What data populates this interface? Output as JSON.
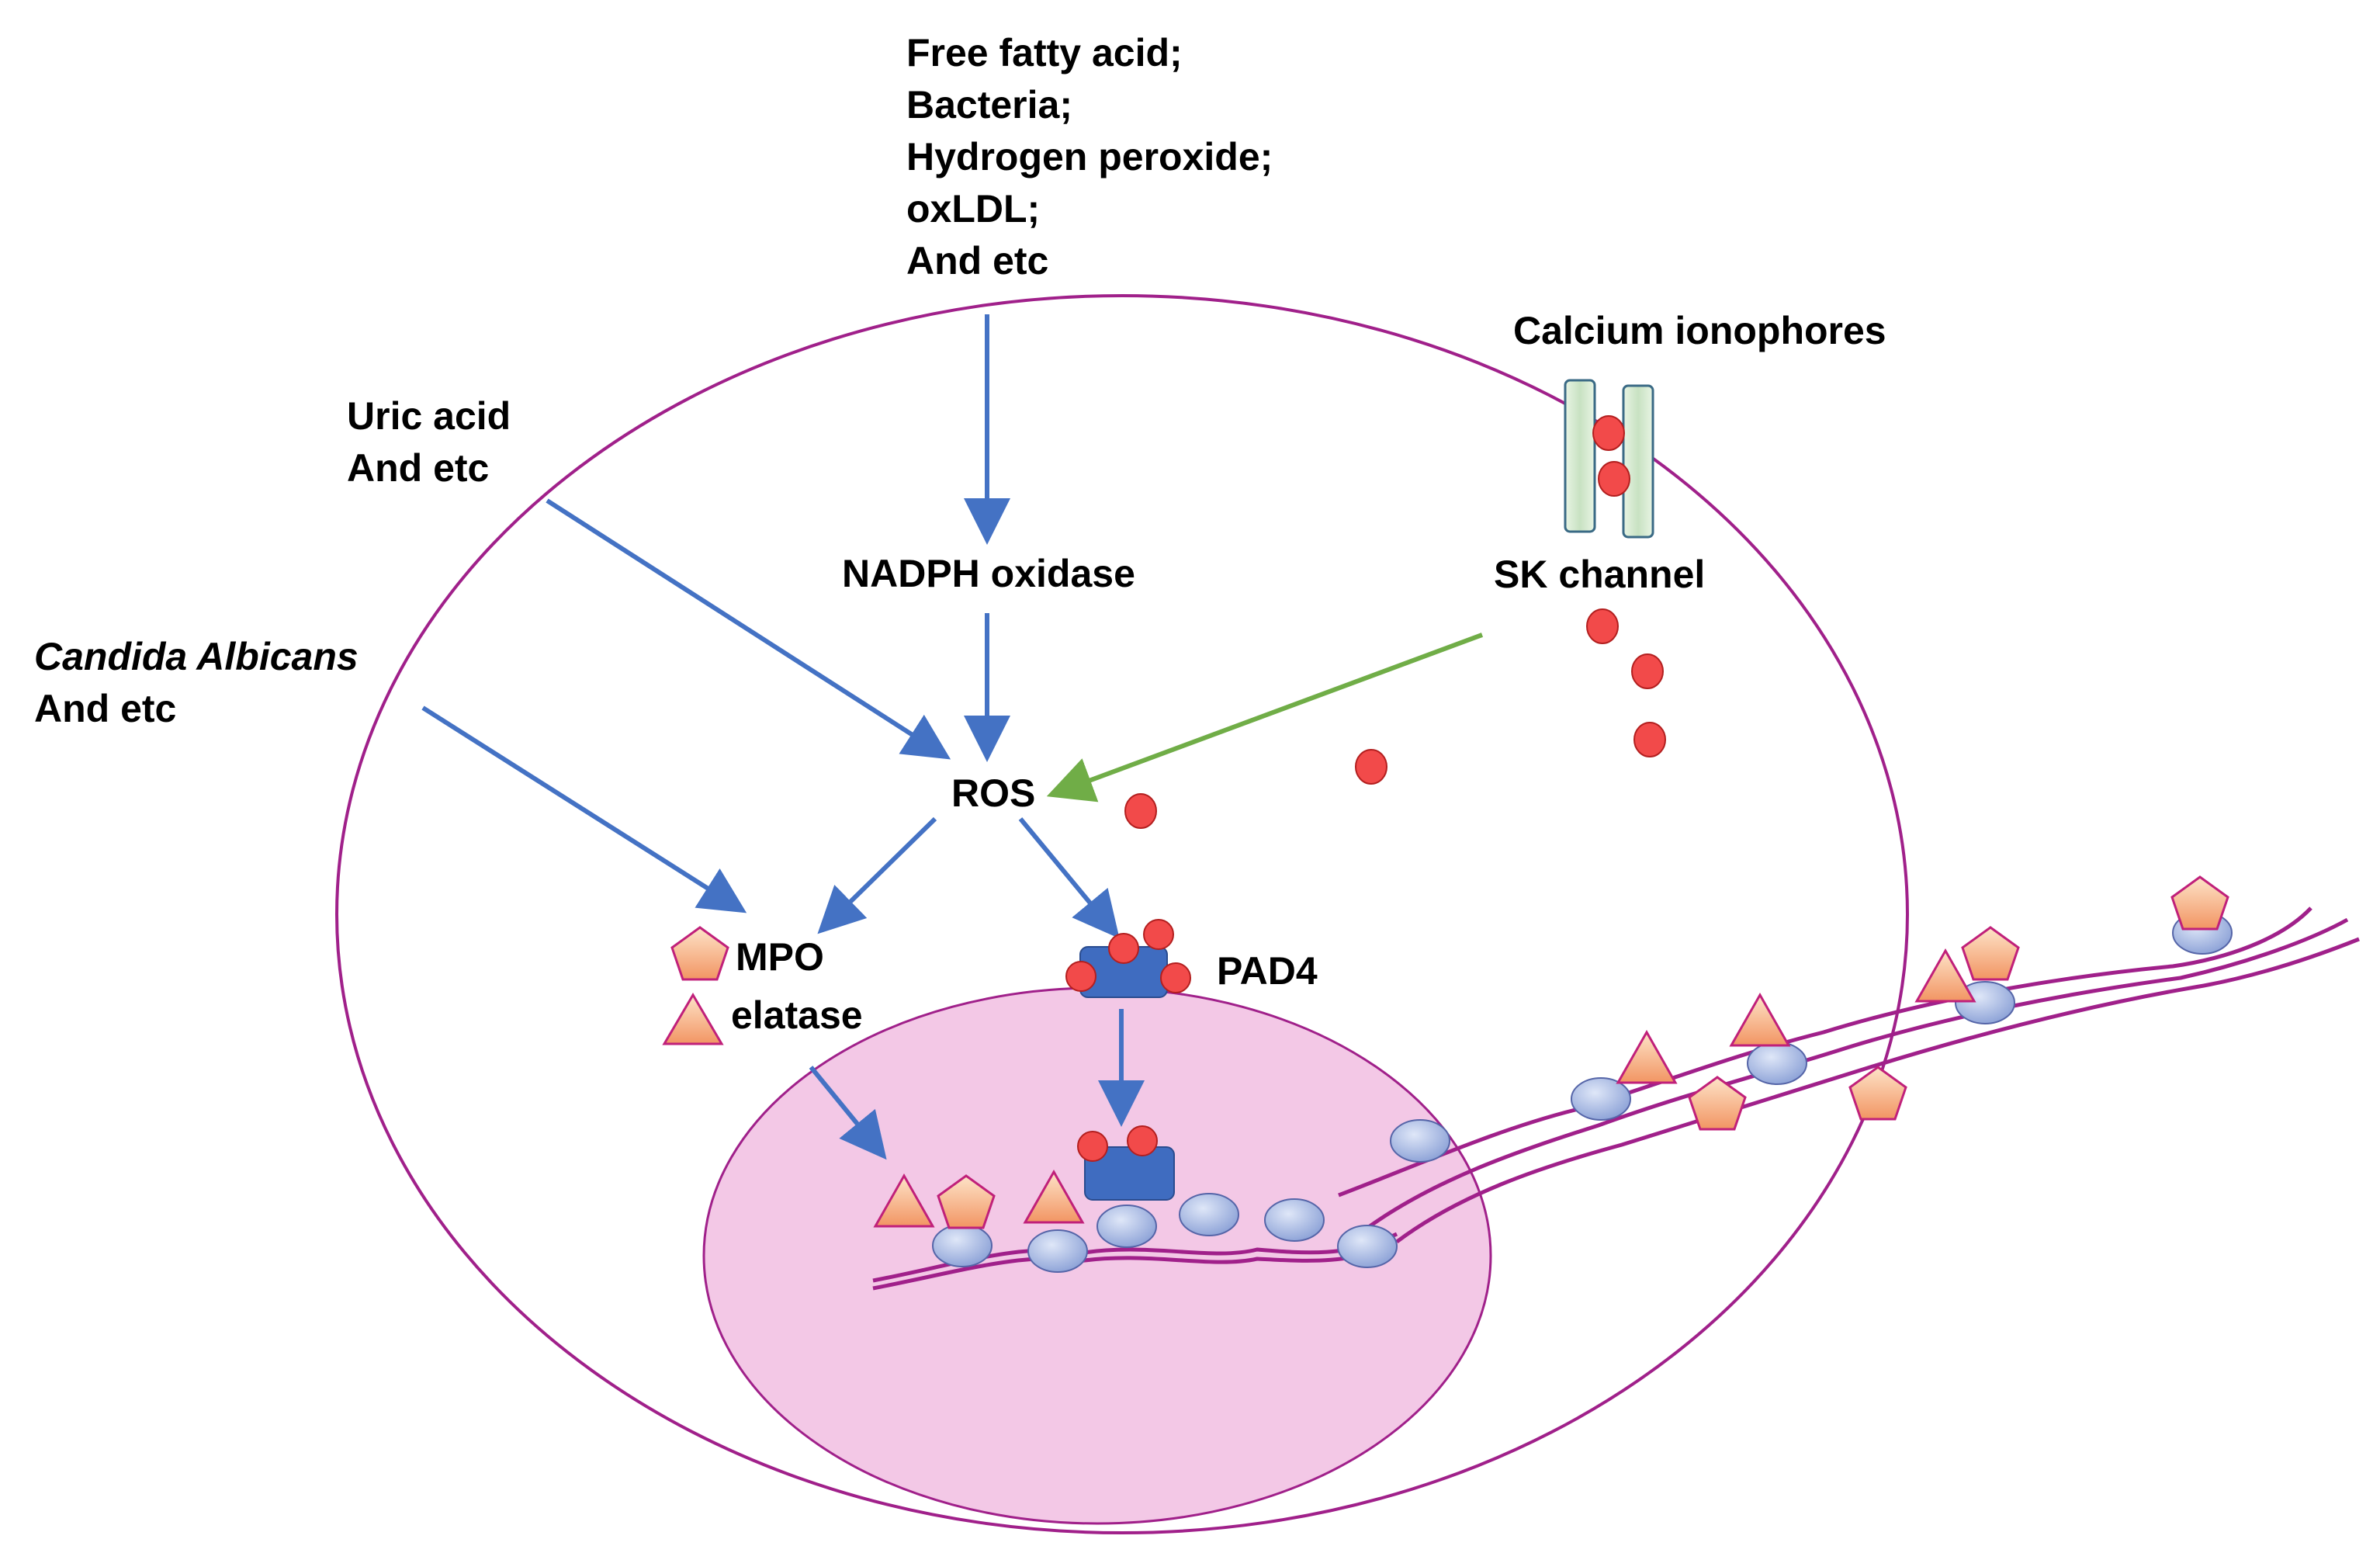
{
  "stimuli": {
    "top": [
      "Free fatty acid;",
      "Bacteria;",
      "Hydrogen peroxide;",
      "oxLDL;",
      "And etc"
    ],
    "uric": [
      "Uric acid",
      "And etc"
    ],
    "candida": [
      "Candida Albicans",
      "And etc"
    ],
    "calcium": "Calcium ionophores"
  },
  "nodes": {
    "nadph": "NADPH oxidase",
    "sk_channel": "SK channel",
    "ros": "ROS",
    "mpo": "MPO",
    "elastase": "elatase",
    "pad4": "PAD4"
  },
  "colors": {
    "cell_outline": "#a0208a",
    "nucleus_fill": "#f3c8e6",
    "arrow_blue": "#4472c4",
    "arrow_green": "#70ad47",
    "calcium_ion": "#f24a4a",
    "pad4_enzyme": "#3f6cc0",
    "chromatin": "#a0208a",
    "histone": "#9fb3e0",
    "granule_protein": "#f4a87a",
    "channel": "#d6ebd3"
  },
  "icons": {
    "mpo": "pentagon-icon",
    "elastase": "triangle-icon",
    "calcium": "red-dot-icon",
    "histone": "nucleosome-icon"
  }
}
